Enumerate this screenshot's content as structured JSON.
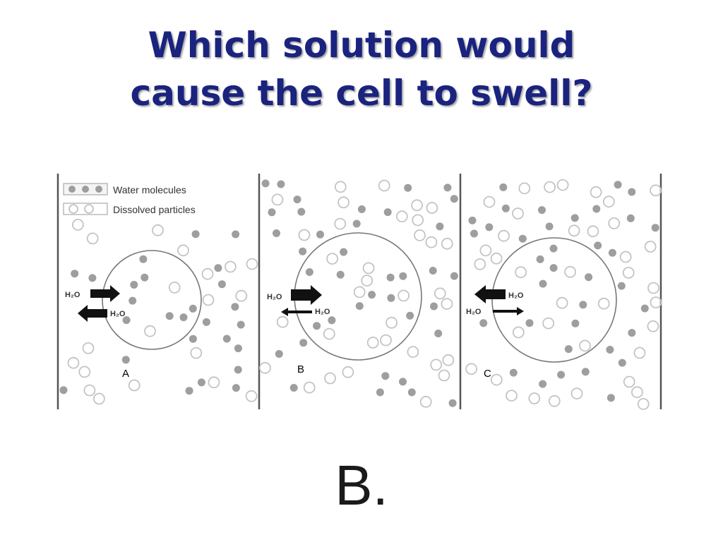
{
  "slide": {
    "title_line1": "Which solution would",
    "title_line2": "cause the cell to swell?",
    "answer": "B."
  },
  "diagram": {
    "legend": {
      "water_molecules": "Water molecules",
      "dissolved_particles": "Dissolved particles"
    },
    "panels": [
      {
        "label": "A",
        "arrow_label_top": "H₂O",
        "arrow_label_bottom": "H₂O"
      },
      {
        "label": "B",
        "arrow_label_top": "H₂O",
        "arrow_label_bottom": "H₂O"
      },
      {
        "label": "C",
        "arrow_label_top": "H₂O",
        "arrow_label_bottom": "H₂O"
      }
    ],
    "colors": {
      "water": "#9e9e9e",
      "particle_stroke": "#c4c4c4",
      "membrane": "#777777",
      "divider": "#555555",
      "arrow": "#111111"
    }
  }
}
